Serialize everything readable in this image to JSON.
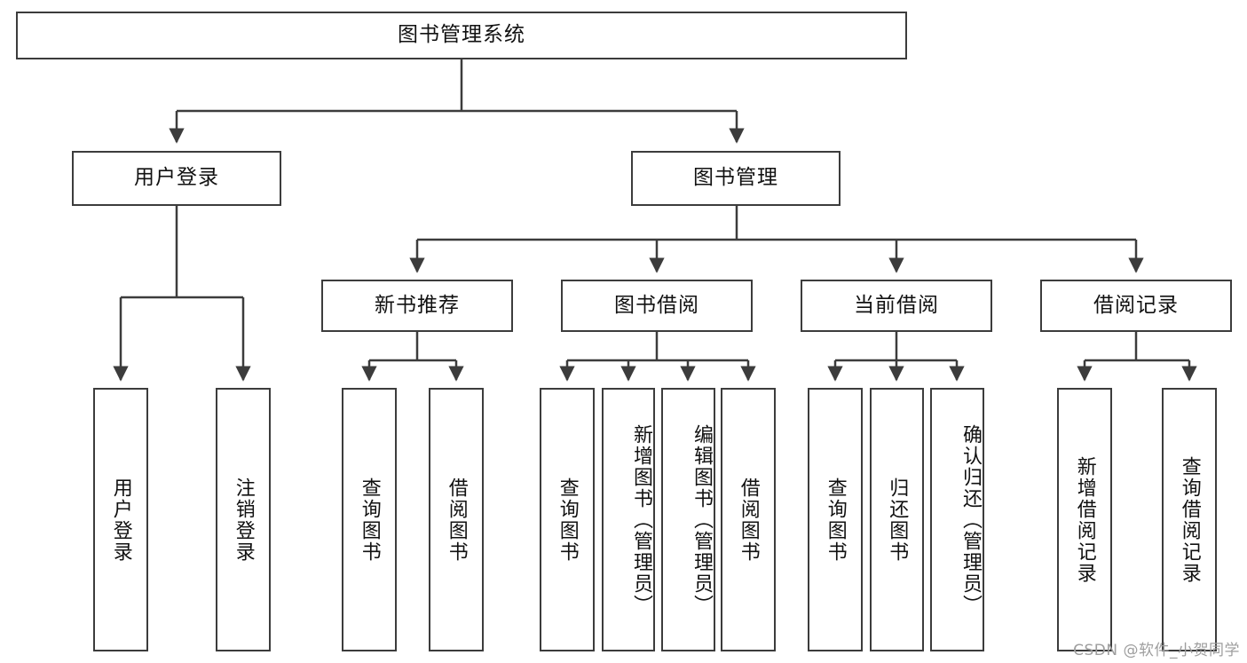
{
  "diagram": {
    "title": "图书管理系统",
    "watermark": "CSDN @软件_小贺同学",
    "line_color": "#3c3c3c",
    "box_fill": "#ffffff",
    "text_color": "#111111",
    "watermark_color": "#9e9e9e"
  },
  "root": {
    "label": "图书管理系统"
  },
  "level2": [
    {
      "label": "用户登录"
    },
    {
      "label": "图书管理"
    }
  ],
  "level3": [
    {
      "label": "新书推荐"
    },
    {
      "label": "图书借阅"
    },
    {
      "label": "当前借阅"
    },
    {
      "label": "借阅记录"
    }
  ],
  "leaves": {
    "user_login": [
      {
        "label": "用户登录"
      },
      {
        "label": "注销登录"
      }
    ],
    "new_book": [
      {
        "label": "查询图书"
      },
      {
        "label": "借阅图书"
      }
    ],
    "book_borrow": [
      {
        "label": "查询图书"
      },
      {
        "label": "新增图书（管理员）"
      },
      {
        "label": "编辑图书（管理员）"
      },
      {
        "label": "借阅图书"
      }
    ],
    "current_borrow": [
      {
        "label": "查询图书"
      },
      {
        "label": "归还图书"
      },
      {
        "label": "确认归还（管理员）"
      }
    ],
    "borrow_record": [
      {
        "label": "新增借阅记录"
      },
      {
        "label": "查询借阅记录"
      }
    ]
  }
}
